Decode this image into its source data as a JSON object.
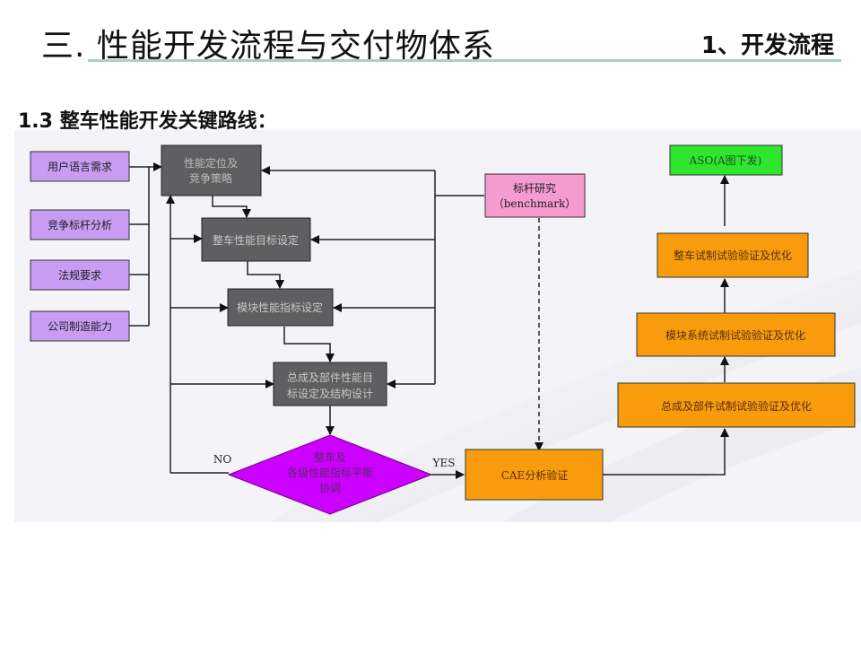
{
  "header": {
    "title": "三. 性能开发流程与交付物体系",
    "section": "1、开发流程"
  },
  "subtitle": "1.3 整车性能开发关键路线：",
  "colors": {
    "input_box": "#c79cf2",
    "process_box": "#5f5e60",
    "benchmark_box": "#f59bd0",
    "decision": "#cc00ff",
    "validation_box": "#f89c0e",
    "release_box": "#2fe62f",
    "rule": "#a9cfc9"
  },
  "inputs": [
    {
      "label": "用户语言需求"
    },
    {
      "label": "竞争标杆分析"
    },
    {
      "label": "法规要求"
    },
    {
      "label": "公司制造能力"
    }
  ],
  "process": [
    {
      "lines": [
        "性能定位及",
        "竞争策略"
      ]
    },
    {
      "lines": [
        "整车性能目标设定"
      ]
    },
    {
      "lines": [
        "模块性能指标设定"
      ]
    },
    {
      "lines": [
        "总成及部件性能目",
        "标设定及结构设计"
      ]
    }
  ],
  "benchmark": {
    "lines": [
      "标杆研究",
      "（benchmark）"
    ]
  },
  "decision": {
    "lines": [
      "整车及",
      "各级性能指标平衡",
      "协调"
    ],
    "no_label": "NO",
    "yes_label": "YES"
  },
  "cae": {
    "label": "CAE分析验证"
  },
  "validation": [
    {
      "label": "总成及部件试制试验验证及优化"
    },
    {
      "label": "模块系统试制试验验证及优化"
    },
    {
      "label": "整车试制试验验证及优化"
    }
  ],
  "release": {
    "label": "ASO(A图下发)"
  }
}
